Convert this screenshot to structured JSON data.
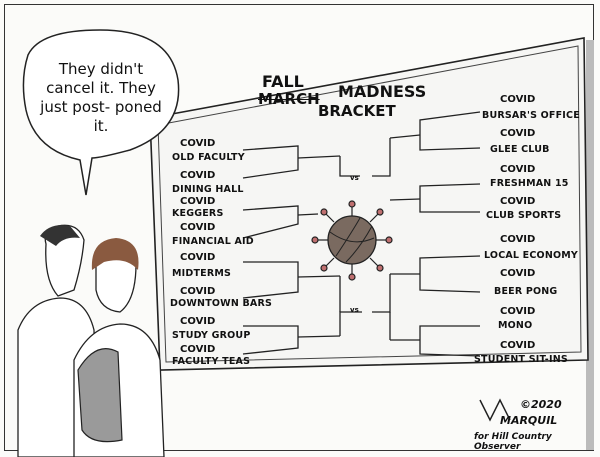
{
  "bubble": {
    "text": "They didn't cancel it. They just post- poned it."
  },
  "title": {
    "strike": "MARCH",
    "fall": "FALL",
    "madness": "MADNESS",
    "bracket": "BRACKET"
  },
  "vs_label": "vs",
  "left_entries": [
    {
      "prefix": "COVID",
      "name": "OLD FACULTY"
    },
    {
      "prefix": "COVID",
      "name": "DINING HALL"
    },
    {
      "prefix": "COVID",
      "name": "KEGGERS"
    },
    {
      "prefix": "COVID",
      "name": "FINANCIAL AID"
    },
    {
      "prefix": "COVID",
      "name": "MIDTERMS"
    },
    {
      "prefix": "COVID",
      "name": "DOWNTOWN BARS"
    },
    {
      "prefix": "COVID",
      "name": "STUDY GROUP"
    },
    {
      "prefix": "COVID",
      "name": "FACULTY TEAS"
    }
  ],
  "right_entries": [
    {
      "prefix": "COVID",
      "name": "BURSAR'S OFFICE"
    },
    {
      "prefix": "COVID",
      "name": "GLEE CLUB"
    },
    {
      "prefix": "COVID",
      "name": "FRESHMAN 15"
    },
    {
      "prefix": "COVID",
      "name": "CLUB SPORTS"
    },
    {
      "prefix": "COVID",
      "name": "LOCAL ECONOMY"
    },
    {
      "prefix": "COVID",
      "name": "BEER PONG"
    },
    {
      "prefix": "COVID",
      "name": "MONO"
    },
    {
      "prefix": "COVID",
      "name": "STUDENT SIT-INS"
    }
  ],
  "signature": {
    "name": "MARQUIL",
    "date": "©2020",
    "for": "for Hill Country Observer"
  },
  "colors": {
    "ink": "#1a1a1a",
    "board": "#f4f4f2",
    "shade": "#9a9a9a"
  }
}
